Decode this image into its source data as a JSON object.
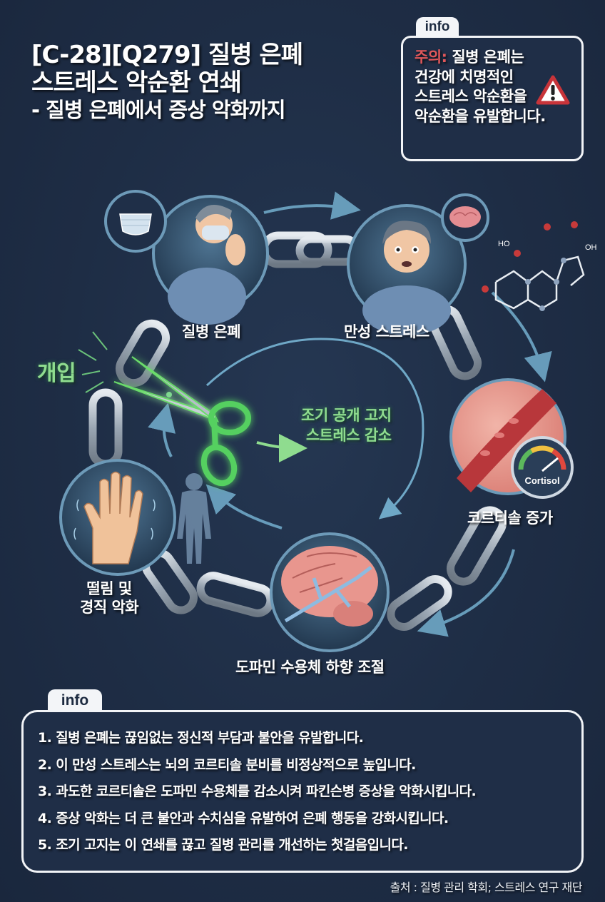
{
  "title": {
    "line1": "[C-28][Q279] 질병 은폐",
    "line2": "스트레스 악순환 연쇄",
    "line3": "- 질병 은폐에서 증상 악화까지"
  },
  "warning_box": {
    "tab_label": "info",
    "label": "주의:",
    "text_line1": " 질병 은폐는",
    "text_line2": "건강에 치명적인",
    "text_line3": "스트레스 악순환을",
    "text_line4": "악순환을 유발합니다.",
    "icon": "warning-triangle-icon",
    "label_color": "#e0575a"
  },
  "cycle": {
    "nodes": [
      {
        "id": "concealment",
        "label": "질병 은폐",
        "icon": "masked-person-icon",
        "badge_icon": "face-mask-icon"
      },
      {
        "id": "chronic-stress",
        "label": "만성 스트레스",
        "icon": "anxious-person-icon",
        "badge_icon": "brain-icon"
      },
      {
        "id": "cortisol",
        "label": "코르티솔 증가",
        "icon": "blood-vessel-icon",
        "gauge_label": "Cortisol"
      },
      {
        "id": "dopamine",
        "label": "도파민 수용체 하향 조절",
        "icon": "brain-neuron-icon"
      },
      {
        "id": "symptoms",
        "label_line1": "떨림 및",
        "label_line2": "경직 악화",
        "icon": "trembling-hand-icon"
      }
    ],
    "molecule": {
      "labels": [
        "HO",
        "OH"
      ],
      "icon": "cortisol-molecule-icon"
    },
    "intervention": {
      "label": "개입",
      "icon": "scissors-icon",
      "effect_line1": "조기 공개 고지",
      "effect_line2": "스트레스 감소",
      "color": "#8fdc8f"
    },
    "accent_color": "#6fa8c7"
  },
  "info_list": {
    "tab_label": "info",
    "items": [
      "1. 질병 은폐는 끊임없는 정신적 부담과 불안을 유발합니다.",
      "2. 이 만성 스트레스는 뇌의 코르티솔 분비를 비정상적으로 높입니다.",
      "3. 과도한 코르티솔은 도파민 수용체를 감소시켜 파킨슨병 증상을 악화시킵니다.",
      "4. 증상 악화는 더 큰 불안과 수치심을 유발하여 은폐 행동을 강화시킵니다.",
      "5. 조기 고지는 이 연쇄를 끊고 질병 관리를 개선하는 첫걸음입니다."
    ]
  },
  "source": "출처 : 질병 관리 학회; 스트레스 연구 재단"
}
